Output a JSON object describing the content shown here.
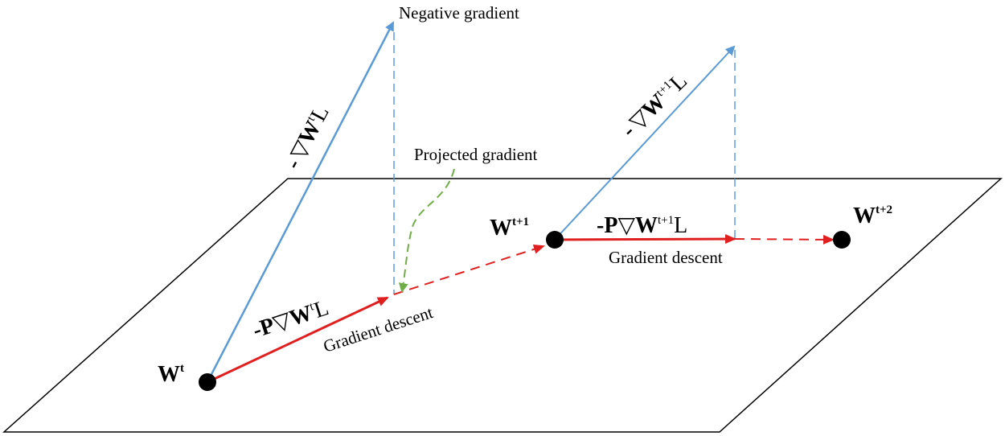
{
  "labels": {
    "negative_gradient": "Negative gradient",
    "projected_gradient": "Projected gradient",
    "gradient_descent_1": "Gradient descent",
    "gradient_descent_2": "Gradient descent"
  },
  "points": {
    "wt": {
      "base": "W",
      "sup": "t"
    },
    "wt1": {
      "base": "W",
      "sup": "t+1"
    },
    "wt2": {
      "base": "W",
      "sup": "t+2"
    }
  },
  "vectors": {
    "neg_grad_t": {
      "prefix": "-",
      "nabla": "▽",
      "base": "W",
      "sup": "t",
      "suffix": "L"
    },
    "neg_grad_t1": {
      "prefix": "-",
      "nabla": "▽",
      "base": "W",
      "sup": "t+1",
      "suffix": "L"
    },
    "proj_grad_t": {
      "prefix": "-",
      "P": "P",
      "nabla": "▽",
      "base": "W",
      "sup": "t",
      "suffix": "L"
    },
    "proj_grad_t1": {
      "prefix": "-",
      "P": "P",
      "nabla": "▽",
      "base": "W",
      "sup": "t+1",
      "suffix": "L"
    }
  },
  "colors": {
    "plane": "#000000",
    "gradient": "#5b9bd5",
    "descent": "#e02020",
    "projection_hint": "#70ad47",
    "point": "#000000"
  }
}
